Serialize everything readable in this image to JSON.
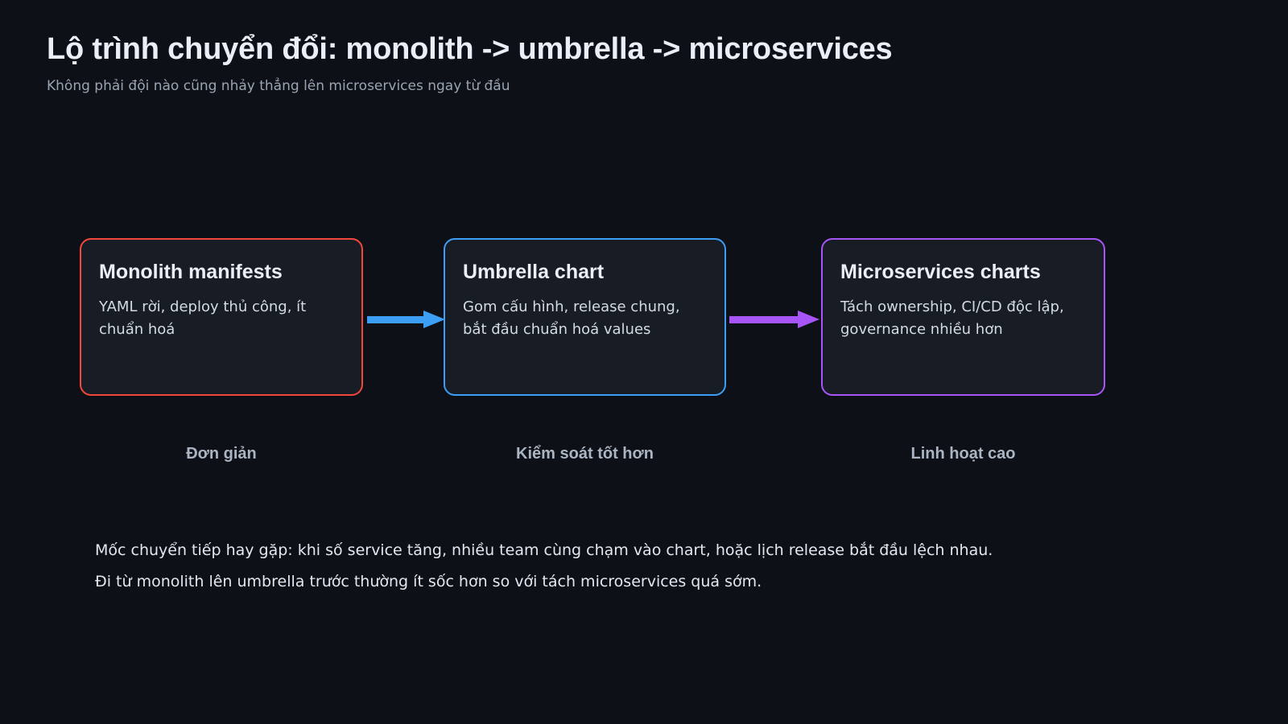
{
  "header": {
    "title": "Lộ trình chuyển đổi: monolith -> umbrella -> microservices",
    "subtitle": "Không phải đội nào cũng nhảy thẳng lên microservices ngay từ đầu"
  },
  "colors": {
    "page_background": "#0d1017",
    "card_background": "#181c25",
    "stage_1_border": "#f4473c",
    "stage_2_border": "#3c9ef4",
    "stage_3_border": "#a855f7",
    "arrow_1": "#3c9ef4",
    "arrow_2": "#a855f7",
    "title_text": "#e9eef7",
    "subtitle_text": "#9aa4b2",
    "caption_text": "#aab4c2"
  },
  "flow": {
    "stages": [
      {
        "title": "Monolith manifests",
        "description": "YAML rời, deploy thủ công, ít chuẩn hoá",
        "caption": "Đơn giản",
        "accent": "#f4473c"
      },
      {
        "title": "Umbrella chart",
        "description": "Gom cấu hình, release chung, bắt đầu chuẩn hoá values",
        "caption": "Kiểm soát tốt hơn",
        "accent": "#3c9ef4"
      },
      {
        "title": "Microservices charts",
        "description": "Tách ownership, CI/CD độc lập, governance nhiều hơn",
        "caption": "Linh hoạt cao",
        "accent": "#a855f7"
      }
    ],
    "arrows": [
      {
        "name": "arrow-monolith-to-umbrella",
        "color": "#3c9ef4"
      },
      {
        "name": "arrow-umbrella-to-microservices",
        "color": "#a855f7"
      }
    ]
  },
  "footnote": {
    "line1": "Mốc chuyển tiếp hay gặp: khi số service tăng, nhiều team cùng chạm vào chart, hoặc lịch release bắt đầu lệch nhau.",
    "line2": "Đi từ monolith lên umbrella trước thường ít sốc hơn so với tách microservices quá sớm."
  }
}
